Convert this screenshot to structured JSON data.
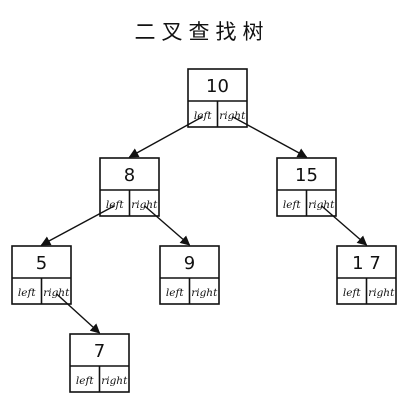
{
  "title": "二叉查找树",
  "labels": {
    "left": "left",
    "right": "right"
  },
  "nodes": [
    {
      "id": "n10",
      "key": "10"
    },
    {
      "id": "n8",
      "key": "8"
    },
    {
      "id": "n15",
      "key": "15"
    },
    {
      "id": "n5",
      "key": "5"
    },
    {
      "id": "n9",
      "key": "9"
    },
    {
      "id": "n17",
      "key": "1 7"
    },
    {
      "id": "n7",
      "key": "7"
    }
  ],
  "edges": [
    {
      "from": "n10",
      "to": "n8"
    },
    {
      "from": "n10",
      "to": "n15"
    },
    {
      "from": "n8",
      "to": "n5"
    },
    {
      "from": "n8",
      "to": "n9"
    },
    {
      "from": "n15",
      "to": "n17"
    },
    {
      "from": "n5",
      "to": "n7"
    }
  ]
}
